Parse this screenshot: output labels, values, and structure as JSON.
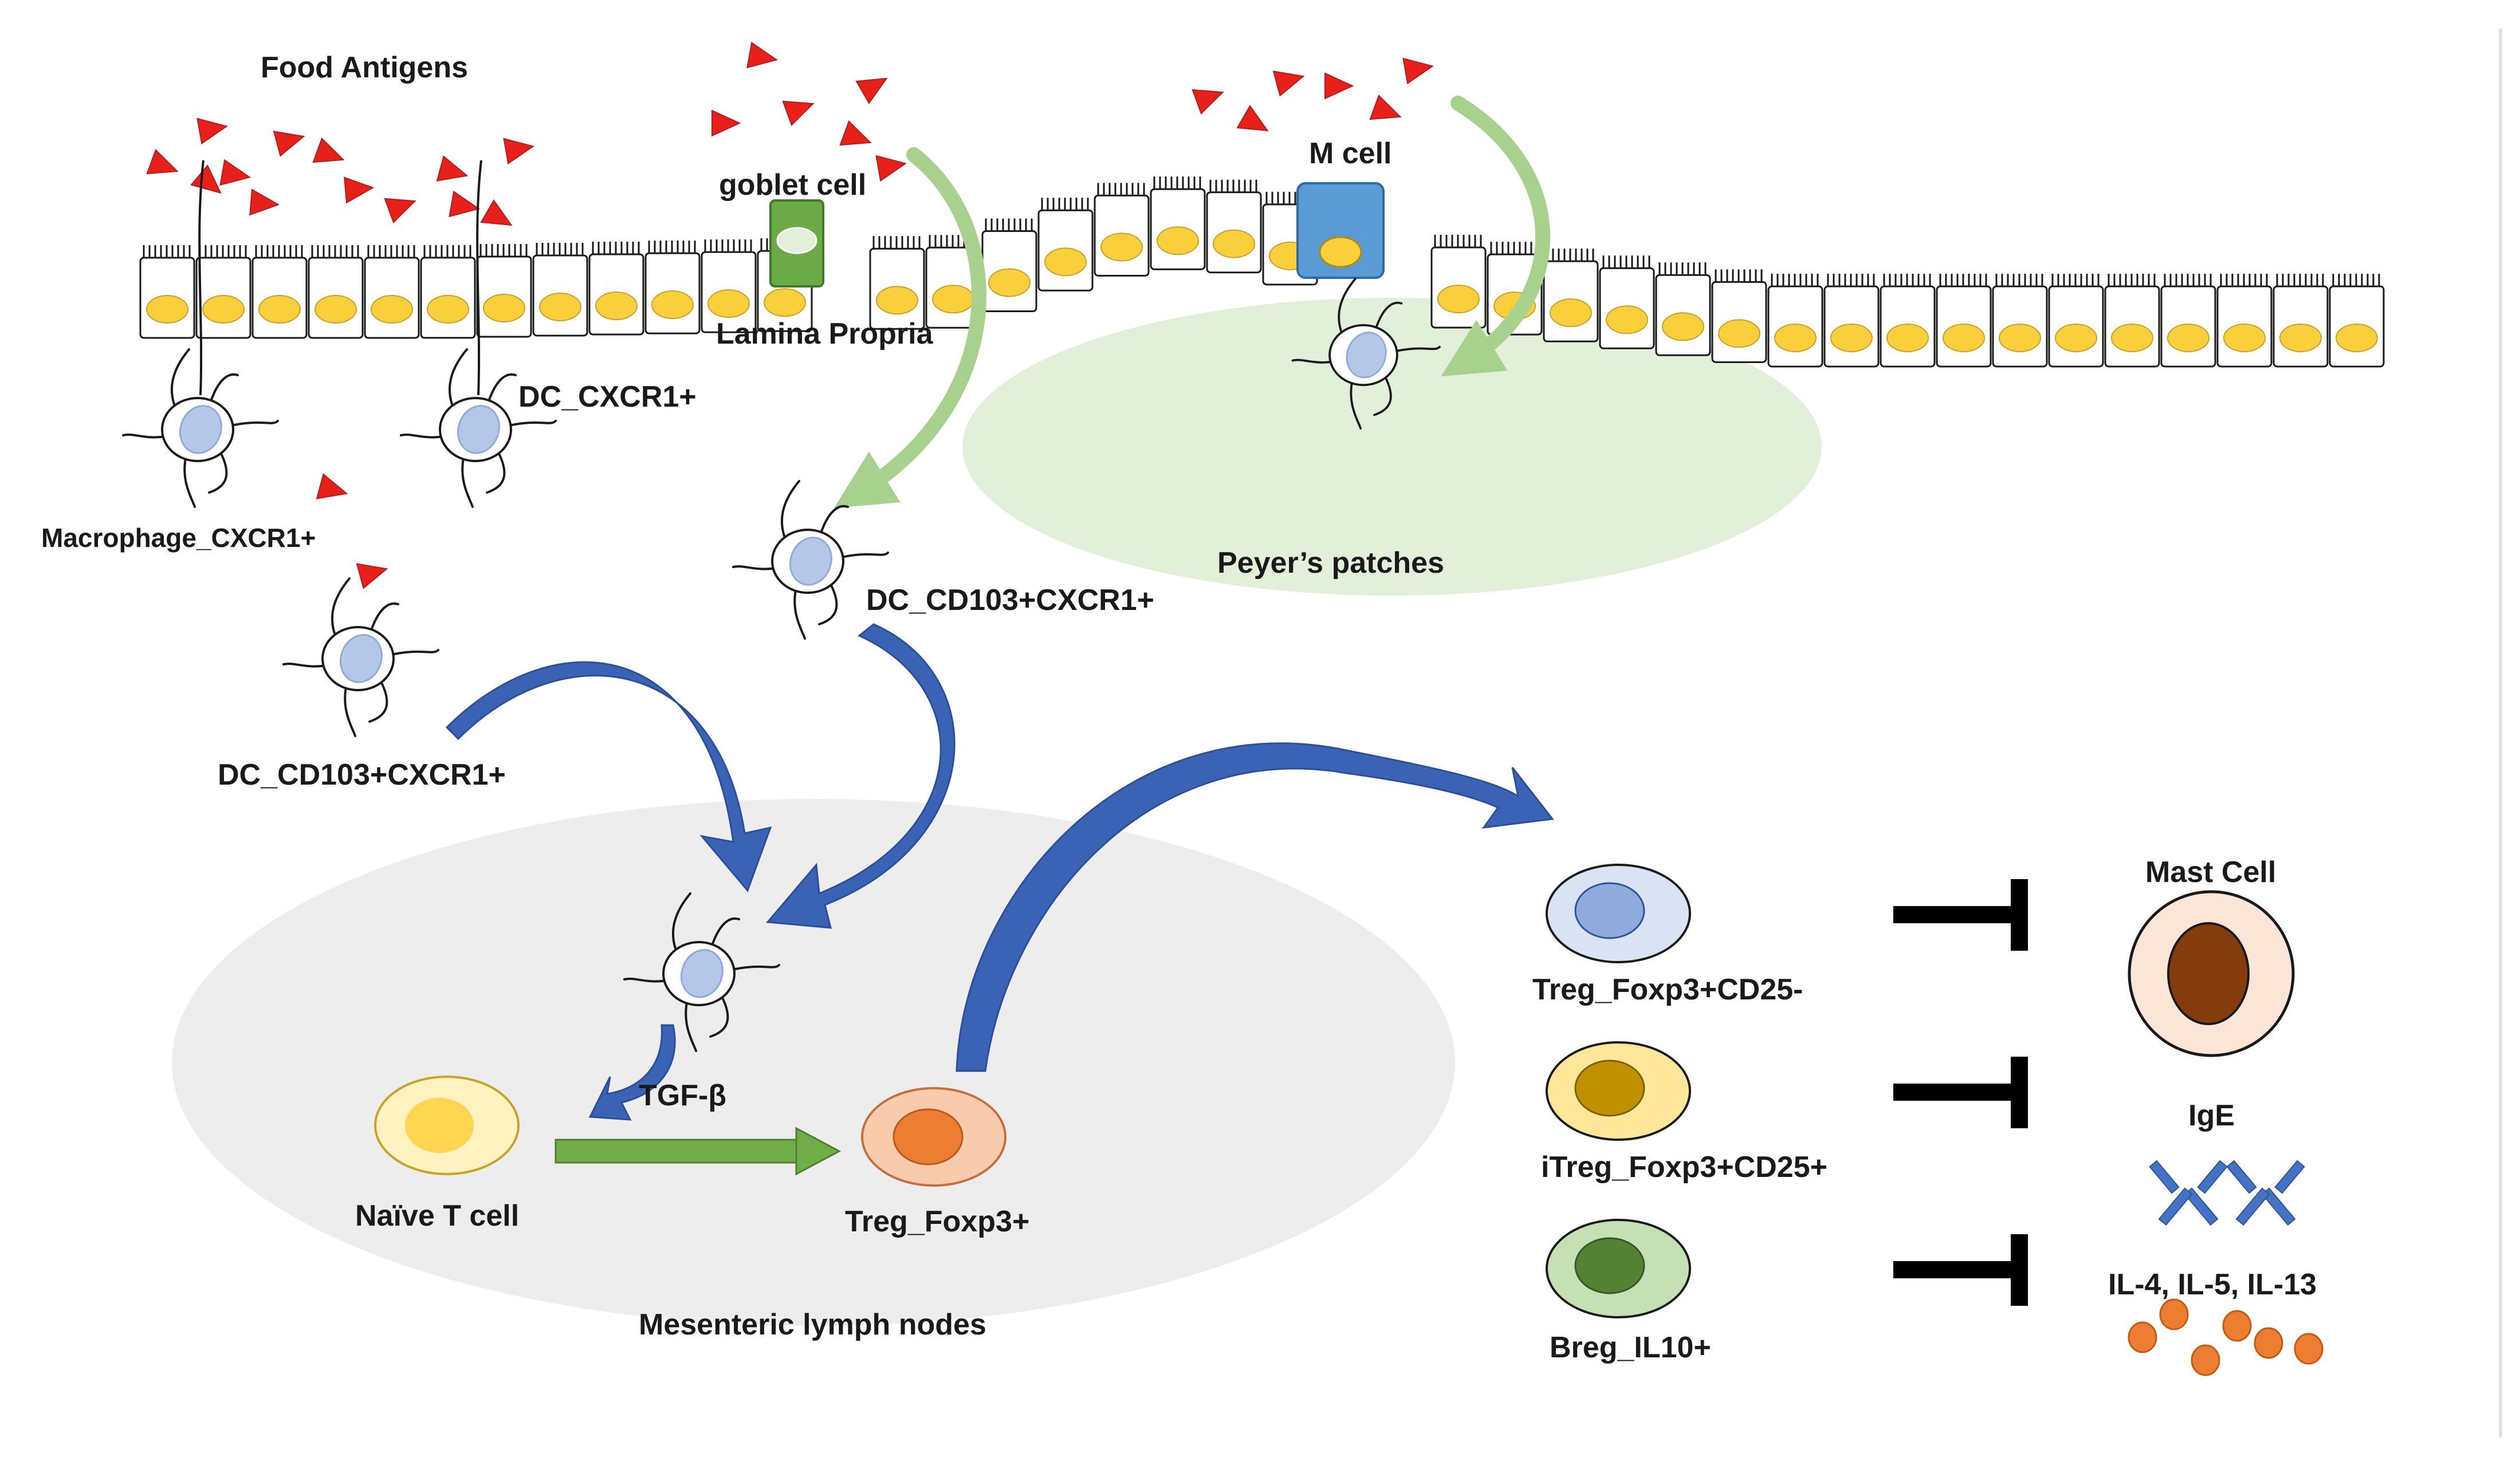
{
  "labels": {
    "food_antigens": "Food Antigens",
    "goblet_cell": "goblet cell",
    "m_cell": "M cell",
    "lamina_propria": "Lamina Propria",
    "dc_cxcr1": "DC_CXCR1+",
    "macrophage": "Macrophage_CXCR1+",
    "peyers_patches": "Peyer’s patches",
    "dc_cd103_right": "DC_CD103+CXCR1+",
    "dc_cd103_left": "DC_CD103+CXCR1+",
    "tgf_beta": "TGF-β",
    "naive_t_cell": "Naïve T cell",
    "treg_foxp3": "Treg_Foxp3+",
    "mesenteric_lymph_nodes": "Mesenteric lymph nodes",
    "treg_foxp3_cd25neg": "Treg_Foxp3+CD25-",
    "itreg": "iTreg_Foxp3+CD25+",
    "breg": "Breg_IL10+",
    "mast_cell": "Mast Cell",
    "ige": "IgE",
    "interleukins": "IL-4, IL-5, IL-13"
  },
  "colors": {
    "antigen": "#e8201a",
    "nucleus_yellow": "#f9cf3c",
    "goblet": "#6aab45",
    "m_cell": "#5b9bd5",
    "peyers_fill": "#e2efd9",
    "lymph_fill": "#ededed",
    "blue_arrow": "#3a62b5",
    "green_arrow": "#a9d18e",
    "naive_fill": "#fff2c1",
    "naive_nucleus": "#ffd54f",
    "treg_fill": "#f8cbad",
    "treg_nucleus": "#ed7d31",
    "treg_cd25neg_fill": "#dae3f3",
    "treg_cd25neg_nucleus": "#8faadc",
    "itreg_fill": "#ffe699",
    "itreg_nucleus": "#bf9000",
    "breg_fill": "#c5e0b4",
    "breg_nucleus": "#548235",
    "mast_fill": "#fbe5d6",
    "mast_nucleus": "#843c0c",
    "ige": "#4472c4",
    "il_dots": "#ed7d31",
    "inhibit": "#000000"
  },
  "icons": [
    "antigen-triangle-icon",
    "dendritic-cell-icon",
    "epithelial-cell-icon",
    "inhibition-icon",
    "ige-antibody-icon"
  ]
}
